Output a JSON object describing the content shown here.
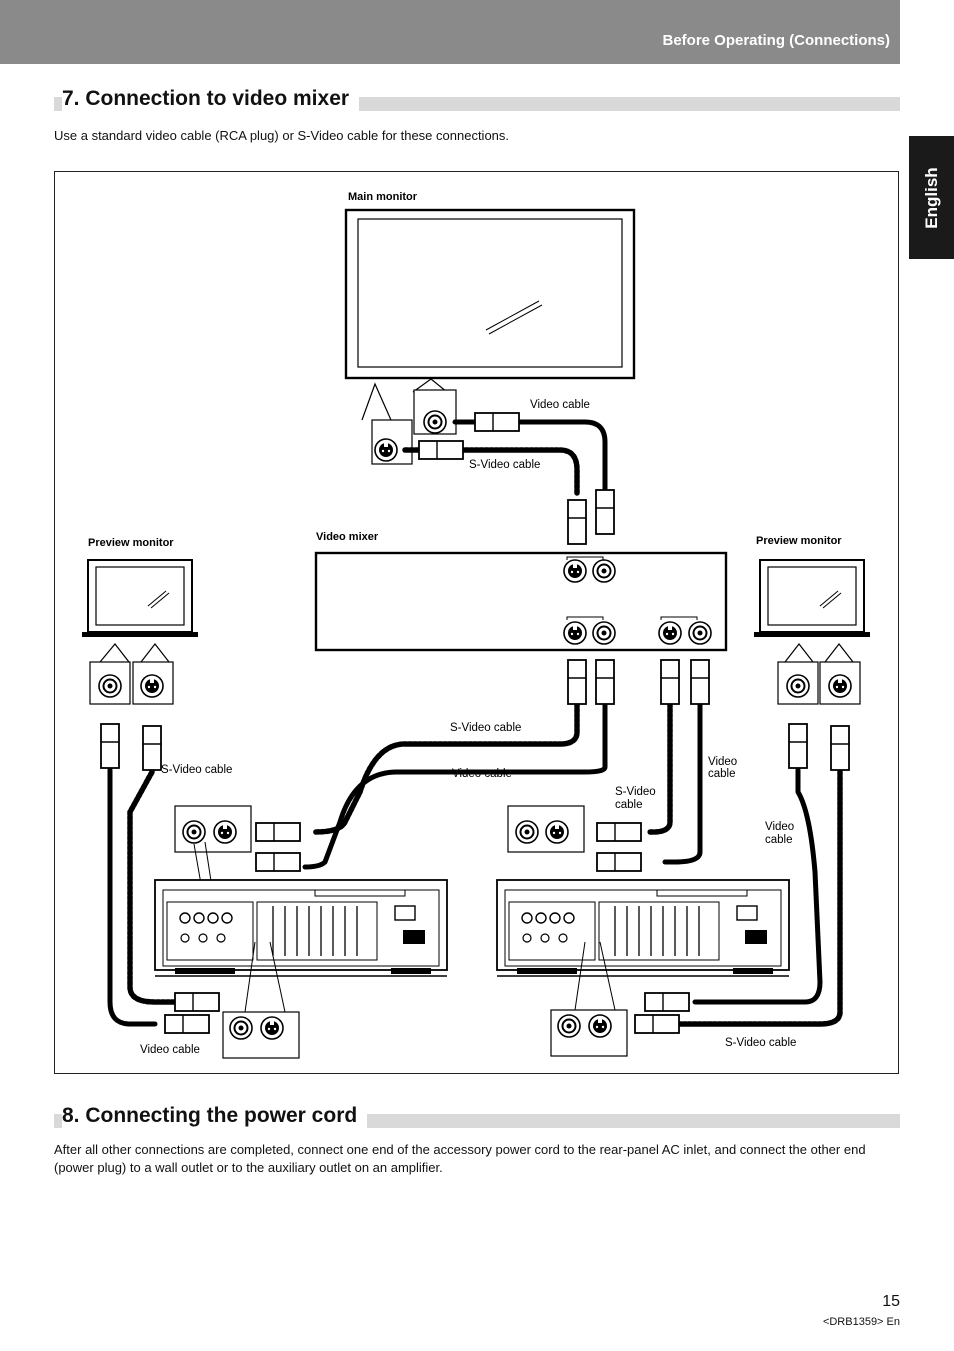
{
  "header": {
    "section": "Before Operating (Connections)"
  },
  "language_tab": "English",
  "section7": {
    "title": "7. Connection to video mixer",
    "intro": "Use a standard video cable (RCA plug) or S-Video cable for these connections."
  },
  "diagram": {
    "main_monitor": "Main monitor",
    "video_mixer": "Video mixer",
    "preview_left": "Preview monitor",
    "preview_right": "Preview monitor",
    "lbl_video_top": "Video cable",
    "lbl_svideo_top": "S-Video cable",
    "lbl_svideo_mid": "S-Video cable",
    "lbl_video_mid": "Video cable",
    "lbl_svideo_left": "S-Video cable",
    "lbl_video_r1_a": "Video",
    "lbl_video_r1_b": "cable",
    "lbl_svideo_r_a": "S-Video",
    "lbl_svideo_r_b": "cable",
    "lbl_video_r2_a": "Video",
    "lbl_video_r2_b": "cable",
    "lbl_video_bottom_left": "Video cable",
    "lbl_svideo_bottom_right": "S-Video cable"
  },
  "section8": {
    "title": "8. Connecting the power cord",
    "body": "After all other connections are completed, connect one end of the accessory power cord to the rear-panel AC inlet, and connect the other end (power plug) to a wall outlet or to the auxiliary outlet on an amplifier."
  },
  "footer": {
    "page": "15",
    "code": "<DRB1359> En"
  }
}
